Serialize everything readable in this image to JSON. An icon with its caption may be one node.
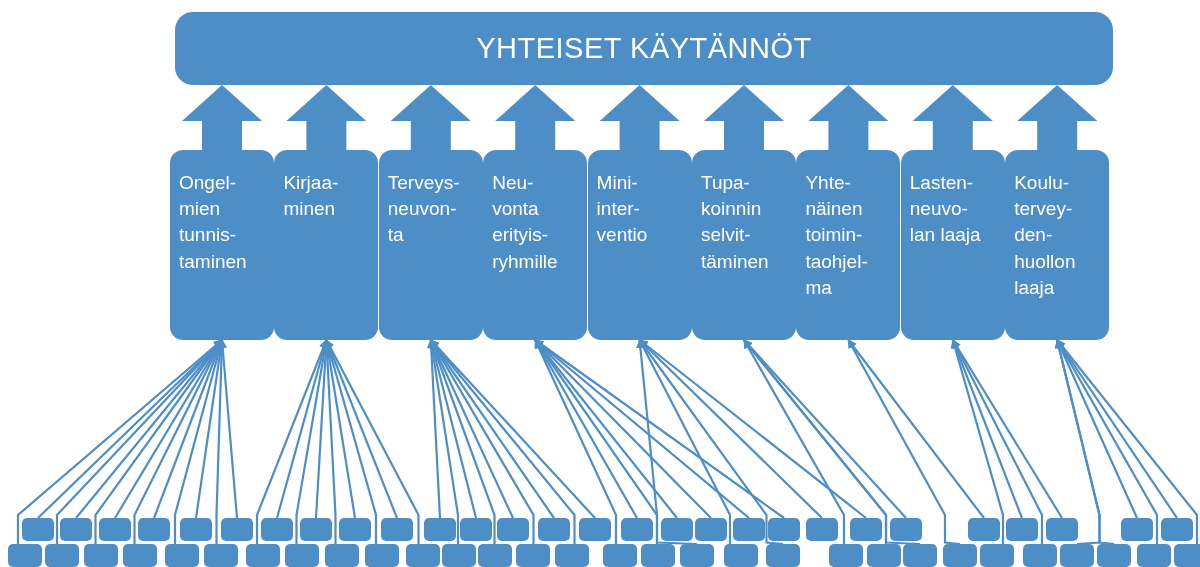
{
  "diagram": {
    "nodes": [
      {
        "text": [
          "YHTEISET KÄYTÄNNÖT"
        ]
      },
      {
        "text": [
          "Ongel- mien tunnis- taminen"
        ]
      },
      {
        "text": [
          "Kirjaa- minen"
        ]
      },
      {
        "text": [
          "Terveys- neuvon- ta"
        ]
      },
      {
        "text": [
          "Neu- vonta erityis- ryhmille"
        ]
      },
      {
        "text": [
          "Mini- inter- ventio"
        ]
      },
      {
        "text": [
          "Tupa- koinnin selvit- täminen"
        ]
      },
      {
        "text": [
          "Yhte- näinen toimin- taohjel- ma"
        ]
      },
      {
        "text": [
          "Lasten- neuvo- lan laaja"
        ]
      },
      {
        "text": [
          "Koulu- tervey- den- huollon laaja"
        ]
      },
      {
        "text": [],
        "shape": "box"
      },
      {
        "text": [],
        "shape": "box"
      },
      {
        "text": [],
        "shape": "box"
      },
      {
        "text": [],
        "shape": "box"
      },
      {
        "text": [],
        "shape": "box"
      },
      {
        "text": [],
        "shape": "box"
      },
      {
        "text": [],
        "shape": "box"
      },
      {
        "text": [],
        "shape": "box"
      },
      {
        "text": [],
        "shape": "box"
      },
      {
        "text": [],
        "shape": "box"
      },
      {
        "text": [],
        "shape": "box"
      },
      {
        "text": [],
        "shape": "box"
      },
      {
        "text": [],
        "shape": "box"
      },
      {
        "text": [],
        "shape": "box"
      },
      {
        "text": [],
        "shape": "box"
      },
      {
        "text": [],
        "shape": "box"
      },
      {
        "text": [],
        "shape": "box"
      },
      {
        "text": [],
        "shape": "box"
      },
      {
        "text": [],
        "shape": "box"
      },
      {
        "text": [],
        "shape": "box"
      },
      {
        "text": [],
        "shape": "box"
      },
      {
        "text": [],
        "shape": "box"
      },
      {
        "text": [],
        "shape": "box"
      },
      {
        "text": [],
        "shape": "box"
      },
      {
        "text": [],
        "shape": "box"
      },
      {
        "text": [],
        "shape": "box"
      },
      {
        "text": [],
        "shape": "box"
      },
      {
        "text": [],
        "shape": "box"
      },
      {
        "text": [],
        "shape": "box"
      },
      {
        "text": [],
        "shape": "box"
      },
      {
        "text": [],
        "shape": "box"
      },
      {
        "text": [],
        "shape": "box"
      },
      {
        "text": [],
        "shape": "box"
      },
      {
        "text": [],
        "shape": "box"
      },
      {
        "text": [],
        "shape": "box"
      },
      {
        "text": [],
        "shape": "box"
      },
      {
        "text": [],
        "shape": "box"
      },
      {
        "text": [],
        "shape": "box"
      },
      {
        "text": [],
        "shape": "box"
      },
      {
        "text": [],
        "shape": "box"
      },
      {
        "text": [],
        "shape": "box"
      },
      {
        "text": [],
        "shape": "box"
      },
      {
        "text": [],
        "shape": "box"
      },
      {
        "text": [],
        "shape": "box"
      },
      {
        "text": [],
        "shape": "box"
      },
      {
        "text": [],
        "shape": "box"
      },
      {
        "text": [],
        "shape": "box"
      },
      {
        "text": [],
        "shape": "box"
      },
      {
        "text": [],
        "shape": "box"
      },
      {
        "text": [],
        "shape": "box"
      },
      {
        "text": [],
        "shape": "box"
      },
      {
        "text": [],
        "shape": "box"
      },
      {
        "text": [],
        "shape": "box"
      },
      {
        "text": [],
        "shape": "box"
      },
      {
        "text": [],
        "shape": "box"
      },
      {
        "text": [],
        "shape": "box"
      },
      {
        "text": [],
        "shape": "box"
      },
      {
        "text": [],
        "shape": "box"
      }
    ],
    "edges": [
      {
        "from": 1,
        "to": 0,
        "arrow": "to",
        "style": "thick"
      },
      {
        "from": 2,
        "to": 0,
        "arrow": "to",
        "style": "thick"
      },
      {
        "from": 3,
        "to": 0,
        "arrow": "to",
        "style": "thick"
      },
      {
        "from": 4,
        "to": 0,
        "arrow": "to",
        "style": "thick"
      },
      {
        "from": 5,
        "to": 0,
        "arrow": "to",
        "style": "thick"
      },
      {
        "from": 6,
        "to": 0,
        "arrow": "to",
        "style": "thick"
      },
      {
        "from": 7,
        "to": 0,
        "arrow": "to",
        "style": "thick"
      },
      {
        "from": 8,
        "to": 0,
        "arrow": "to",
        "style": "thick"
      },
      {
        "from": 9,
        "to": 0,
        "arrow": "to",
        "style": "thick"
      },
      {
        "from": 10,
        "to": 1,
        "arrow": "to"
      },
      {
        "from": 11,
        "to": 1,
        "arrow": "to"
      },
      {
        "from": 12,
        "to": 1,
        "arrow": "to"
      },
      {
        "from": 13,
        "to": 1,
        "arrow": "to"
      },
      {
        "from": 14,
        "to": 1,
        "arrow": "to"
      },
      {
        "from": 15,
        "to": 1,
        "arrow": "to"
      },
      {
        "from": 38,
        "to": 1,
        "arrow": "to"
      },
      {
        "from": 39,
        "to": 1,
        "arrow": "to"
      },
      {
        "from": 40,
        "to": 1,
        "arrow": "to"
      },
      {
        "from": 41,
        "to": 1,
        "arrow": "to"
      },
      {
        "from": 42,
        "to": 1,
        "arrow": "to"
      },
      {
        "from": 43,
        "to": 1,
        "arrow": "to"
      },
      {
        "from": 16,
        "to": 2,
        "arrow": "to"
      },
      {
        "from": 17,
        "to": 2,
        "arrow": "to"
      },
      {
        "from": 18,
        "to": 2,
        "arrow": "to"
      },
      {
        "from": 19,
        "to": 2,
        "arrow": "to"
      },
      {
        "from": 44,
        "to": 2,
        "arrow": "to"
      },
      {
        "from": 45,
        "to": 2,
        "arrow": "to"
      },
      {
        "from": 46,
        "to": 2,
        "arrow": "to"
      },
      {
        "from": 47,
        "to": 2,
        "arrow": "to"
      },
      {
        "from": 48,
        "to": 2,
        "arrow": "to"
      },
      {
        "from": 20,
        "to": 3,
        "arrow": "to"
      },
      {
        "from": 21,
        "to": 3,
        "arrow": "to"
      },
      {
        "from": 22,
        "to": 3,
        "arrow": "to"
      },
      {
        "from": 23,
        "to": 3,
        "arrow": "to"
      },
      {
        "from": 24,
        "to": 3,
        "arrow": "to"
      },
      {
        "from": 49,
        "to": 3,
        "arrow": "to"
      },
      {
        "from": 50,
        "to": 3,
        "arrow": "to"
      },
      {
        "from": 51,
        "to": 3,
        "arrow": "to"
      },
      {
        "from": 52,
        "to": 3,
        "arrow": "to"
      },
      {
        "from": 25,
        "to": 4,
        "arrow": "to"
      },
      {
        "from": 26,
        "to": 4,
        "arrow": "to"
      },
      {
        "from": 27,
        "to": 4,
        "arrow": "to"
      },
      {
        "from": 28,
        "to": 4,
        "arrow": "to"
      },
      {
        "from": 29,
        "to": 4,
        "arrow": "to"
      },
      {
        "from": 53,
        "to": 4,
        "arrow": "to"
      },
      {
        "from": 54,
        "to": 4,
        "arrow": "to"
      },
      {
        "from": 30,
        "to": 5,
        "arrow": "to"
      },
      {
        "from": 31,
        "to": 5,
        "arrow": "to"
      },
      {
        "from": 55,
        "to": 5,
        "arrow": "to"
      },
      {
        "from": 56,
        "to": 5,
        "arrow": "to"
      },
      {
        "from": 57,
        "to": 5,
        "arrow": "to"
      },
      {
        "from": 32,
        "to": 6,
        "arrow": "to"
      },
      {
        "from": 58,
        "to": 6,
        "arrow": "to"
      },
      {
        "from": 59,
        "to": 6,
        "arrow": "to"
      },
      {
        "from": 60,
        "to": 6,
        "arrow": "to"
      },
      {
        "from": 33,
        "to": 7,
        "arrow": "to"
      },
      {
        "from": 61,
        "to": 7,
        "arrow": "to"
      },
      {
        "from": 34,
        "to": 8,
        "arrow": "to"
      },
      {
        "from": 35,
        "to": 8,
        "arrow": "to"
      },
      {
        "from": 62,
        "to": 8,
        "arrow": "to"
      },
      {
        "from": 63,
        "to": 8,
        "arrow": "to"
      },
      {
        "from": 36,
        "to": 9,
        "arrow": "to"
      },
      {
        "from": 37,
        "to": 9,
        "arrow": "to"
      },
      {
        "from": 64,
        "to": 9,
        "arrow": "to"
      },
      {
        "from": 65,
        "to": 9,
        "arrow": "to"
      },
      {
        "from": 66,
        "to": 9,
        "arrow": "to"
      },
      {
        "from": 67,
        "to": 9,
        "arrow": "to"
      }
    ]
  }
}
